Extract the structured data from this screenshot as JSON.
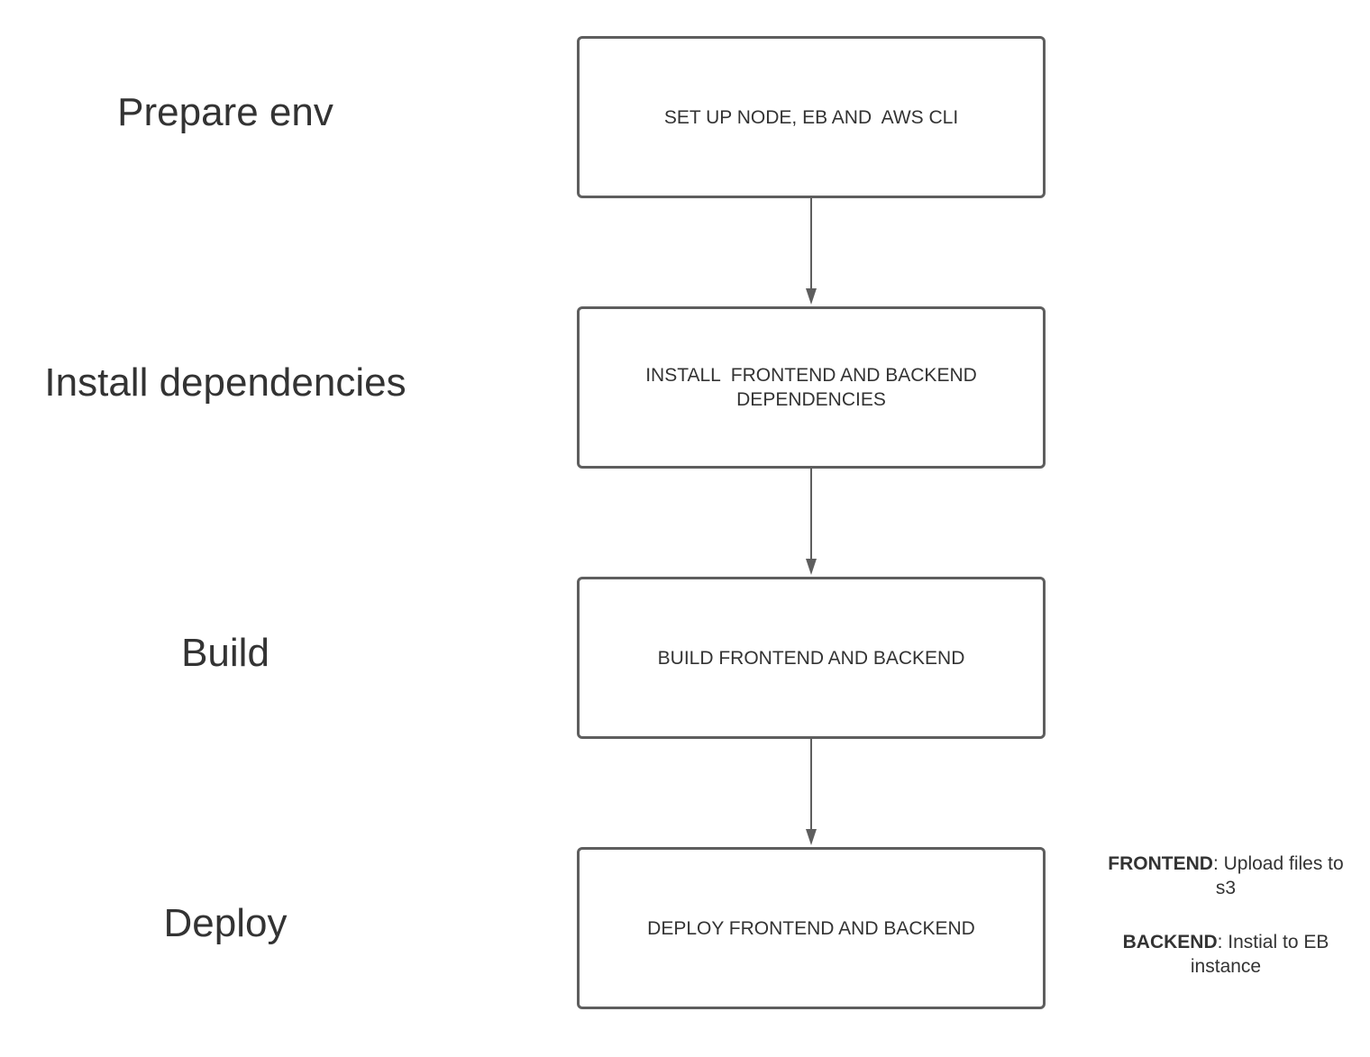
{
  "colors": {
    "text": "#333333",
    "stroke": "#5e5e5e",
    "background": "#ffffff"
  },
  "stages": [
    {
      "label": "Prepare env",
      "step": "SET UP NODE, EB AND  AWS CLI"
    },
    {
      "label": "Install dependencies",
      "step": "INSTALL  FRONTEND AND BACKEND\nDEPENDENCIES"
    },
    {
      "label": "Build",
      "step": "BUILD FRONTEND AND BACKEND"
    },
    {
      "label": "Deploy",
      "step": "DEPLOY FRONTEND AND BACKEND"
    }
  ],
  "notes": [
    {
      "head": "FRONTEND",
      "text": ": Upload files to s3"
    },
    {
      "head": "BACKEND",
      "text": ": Instial to EB instance"
    }
  ]
}
